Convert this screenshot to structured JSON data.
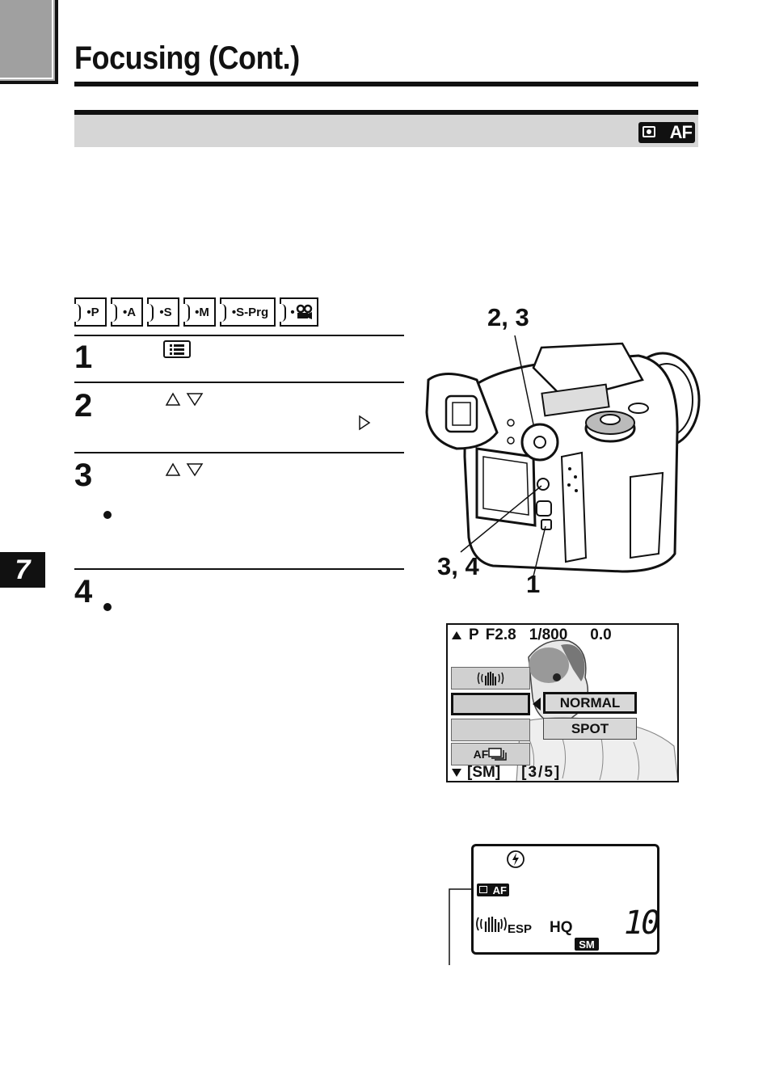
{
  "header": {
    "title": "Focusing (Cont.)",
    "section_badge": "AF"
  },
  "modes": [
    {
      "label": "•P"
    },
    {
      "label": "•A"
    },
    {
      "label": "•S"
    },
    {
      "label": "•M"
    },
    {
      "label": "•S-Prg"
    },
    {
      "label": "•"
    }
  ],
  "steps": [
    {
      "number": "1"
    },
    {
      "number": "2"
    },
    {
      "number": "3"
    },
    {
      "number": "4"
    }
  ],
  "chapter": "7",
  "camera_callouts": {
    "top": "2, 3",
    "left_bottom": "3, 4",
    "right_bottom": "1"
  },
  "monitor": {
    "status": {
      "mode": "P",
      "aperture": "F2.8",
      "shutter": "1/800",
      "exposure": "0.0"
    },
    "menu_af_icon": "AF",
    "options": [
      "NORMAL",
      "SPOT"
    ],
    "footer": {
      "tab": "[SM]",
      "page": "[3/5]"
    }
  },
  "control_panel": {
    "af_badge": "AF",
    "esp": "ESP",
    "quality": "HQ",
    "size": "SM",
    "count": "10"
  },
  "icons": {
    "menu_button": "menu-list-icon",
    "up": "triangle-up-icon",
    "down": "triangle-down-icon",
    "right": "triangle-right-icon",
    "stabilizer": "hand-shake-icon",
    "flash_off": "flash-off-icon",
    "movie": "movie-camera-icon"
  }
}
